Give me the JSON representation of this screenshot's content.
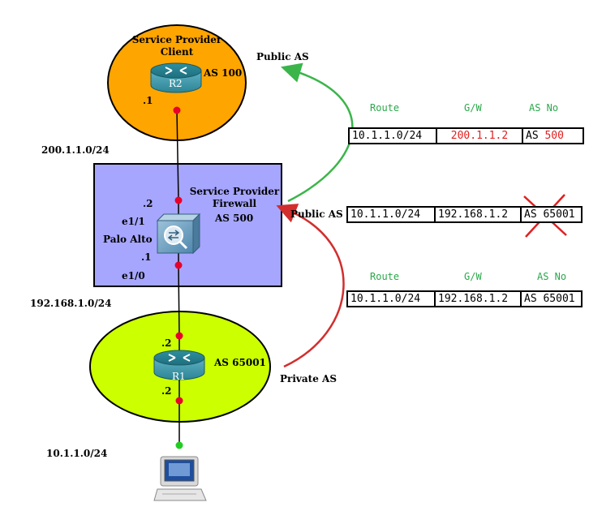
{
  "colors": {
    "client_zone": "#ffa500",
    "firewall_box": "#a6a6ff",
    "r1_zone": "#ccff00",
    "link_dot": "#e8002a",
    "host_dot": "#22cc22",
    "arrow_public": "#3bb54a",
    "arrow_private": "#d22e2e",
    "header_text": "#2aa84a",
    "strike": "#e02020"
  },
  "zones": {
    "client": {
      "title_line1": "Service Provider",
      "title_line2": "Client",
      "router_label": "R2",
      "as_label": "AS 100",
      "iface": ".1"
    },
    "firewall": {
      "title_line1": "Service Provider",
      "title_line2": "Firewall",
      "device_label": "Palo Alto",
      "as_label": "AS 500",
      "top_ip": ".2",
      "top_iface": "e1/1",
      "bottom_ip": ".1",
      "bottom_iface": "e1/0"
    },
    "r1": {
      "router_label": "R1",
      "as_label": "AS 65001",
      "top_ip": ".2",
      "bottom_ip": ".2"
    }
  },
  "networks": {
    "top": "200.1.1.0/24",
    "middle": "192.168.1.0/24",
    "bottom": "10.1.1.0/24"
  },
  "arrows": {
    "public_top": "Public AS",
    "public_mid": "Public AS",
    "private": "Private AS"
  },
  "table_headers": {
    "route": "Route",
    "gw": "G/W",
    "as_no": "AS No"
  },
  "tables": {
    "top": {
      "route": "10.1.1.0/24",
      "gw": "200.1.1.2",
      "as_prefix": "AS",
      "as_num": "500"
    },
    "middle": {
      "route": "10.1.1.0/24",
      "gw": "192.168.1.2",
      "as_prefix": "AS",
      "as_num": "65001"
    },
    "bottom": {
      "route": "10.1.1.0/24",
      "gw": "192.168.1.2",
      "as_prefix": "AS",
      "as_num": "65001"
    }
  },
  "icons": {
    "router": "router-icon",
    "firewall": "firewall-icon",
    "host": "workstation-icon",
    "strike": "cross-out-mark"
  }
}
